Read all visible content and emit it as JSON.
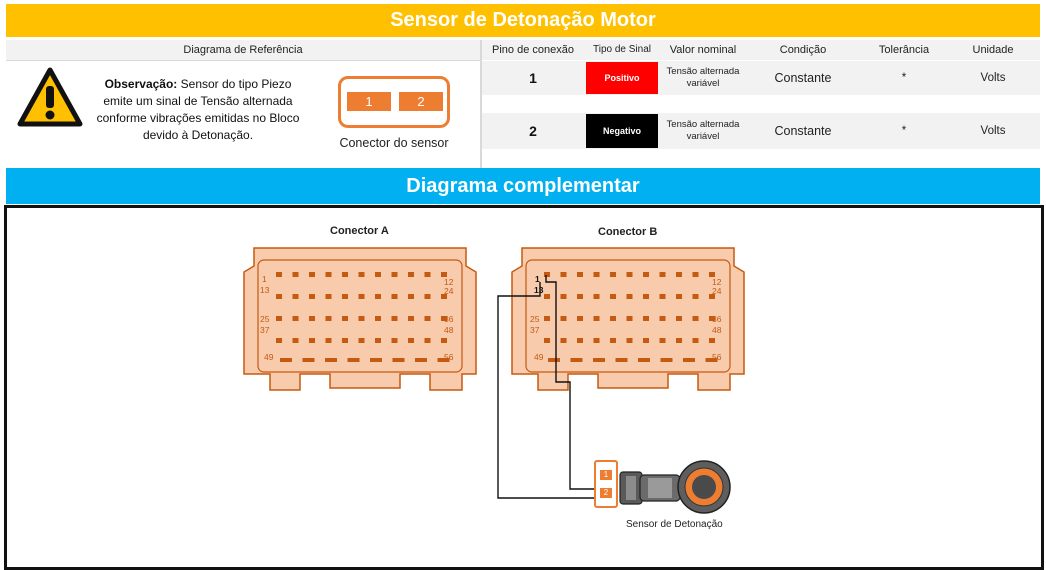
{
  "title": "Sensor de Detonação Motor",
  "headers": {
    "reference": "Diagrama de Referência",
    "pin": "Pino de conexão",
    "signal_type": "Tipo de Sinal",
    "nominal": "Valor nominal",
    "condition": "Condição",
    "tolerance": "Tolerância",
    "unit": "Unidade"
  },
  "observation": {
    "label": "Observação:",
    "text": "Sensor do tipo Piezo emite um sinal de Tensão alternada conforme vibrações emitidas no Bloco devido à Detonação."
  },
  "connector": {
    "pins": [
      "1",
      "2"
    ],
    "label": "Conector do sensor",
    "border_color": "#ED7D31"
  },
  "rows": [
    {
      "pin": "1",
      "signal": "Positivo",
      "signal_color": "#FF0000",
      "nominal_line1": "Tensão alternada",
      "nominal_line2": "variável",
      "condition": "Constante",
      "tolerance": "*",
      "unit": "Volts"
    },
    {
      "pin": "2",
      "signal": "Negativo",
      "signal_color": "#000000",
      "nominal_line1": "Tensão alternada",
      "nominal_line2": "variável",
      "condition": "Constante",
      "tolerance": "*",
      "unit": "Volts"
    }
  ],
  "complementary_title": "Diagrama complementar",
  "diagram": {
    "connector_a": "Conector A",
    "connector_b": "Conector B",
    "pin_numbers": {
      "r1l": "1",
      "r1r": "12",
      "r2l": "13",
      "r2r": "24",
      "r3l": "25",
      "r3r": "36",
      "r4l": "37",
      "r4r": "48",
      "r5l": "49",
      "r5r": "56"
    },
    "sensor_pins": [
      "1",
      "2"
    ],
    "sensor_label": "Sensor de Detonação",
    "connector_color": "#F8CBAD",
    "title_color": "#FFC000",
    "complementary_color": "#00B0F0"
  }
}
